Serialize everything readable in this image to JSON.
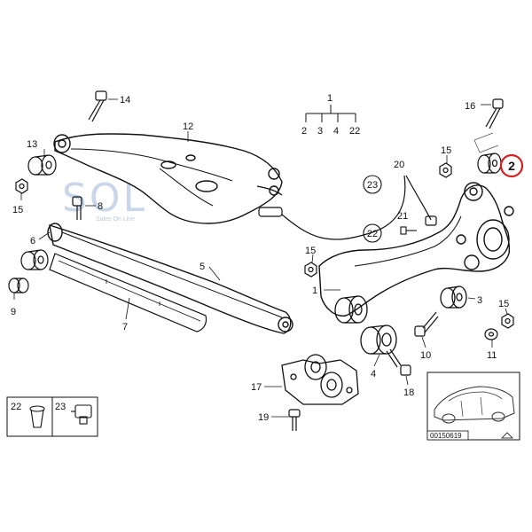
{
  "watermark": {
    "brand": "SOL",
    "tagline": "Sales On Line"
  },
  "callouts": [
    {
      "id": "c1",
      "text": "1"
    },
    {
      "id": "c1b",
      "text": "1"
    },
    {
      "id": "c2a",
      "text": "2"
    },
    {
      "id": "c3a",
      "text": "3"
    },
    {
      "id": "c4a",
      "text": "4"
    },
    {
      "id": "c22a",
      "text": "22"
    },
    {
      "id": "c14",
      "text": "14"
    },
    {
      "id": "c12",
      "text": "12"
    },
    {
      "id": "c13",
      "text": "13"
    },
    {
      "id": "c15a",
      "text": "15"
    },
    {
      "id": "c8",
      "text": "8"
    },
    {
      "id": "c6",
      "text": "6"
    },
    {
      "id": "c9",
      "text": "9"
    },
    {
      "id": "c5",
      "text": "5"
    },
    {
      "id": "c7",
      "text": "7"
    },
    {
      "id": "c16",
      "text": "16"
    },
    {
      "id": "c15b",
      "text": "15"
    },
    {
      "id": "c20",
      "text": "20"
    },
    {
      "id": "c21",
      "text": "21"
    },
    {
      "id": "c15c",
      "text": "15"
    },
    {
      "id": "c3b",
      "text": "3"
    },
    {
      "id": "c15d",
      "text": "15"
    },
    {
      "id": "c11",
      "text": "11"
    },
    {
      "id": "c10",
      "text": "10"
    },
    {
      "id": "c4b",
      "text": "4"
    },
    {
      "id": "c18",
      "text": "18"
    },
    {
      "id": "c17",
      "text": "17"
    },
    {
      "id": "c19",
      "text": "19"
    },
    {
      "id": "c22leg",
      "text": "22"
    },
    {
      "id": "c23leg",
      "text": "23"
    }
  ],
  "circled": [
    {
      "id": "o23",
      "text": "23"
    },
    {
      "id": "o22",
      "text": "22"
    }
  ],
  "highlight": {
    "text": "2",
    "color": "#d62020"
  },
  "reference_code": "00150619"
}
